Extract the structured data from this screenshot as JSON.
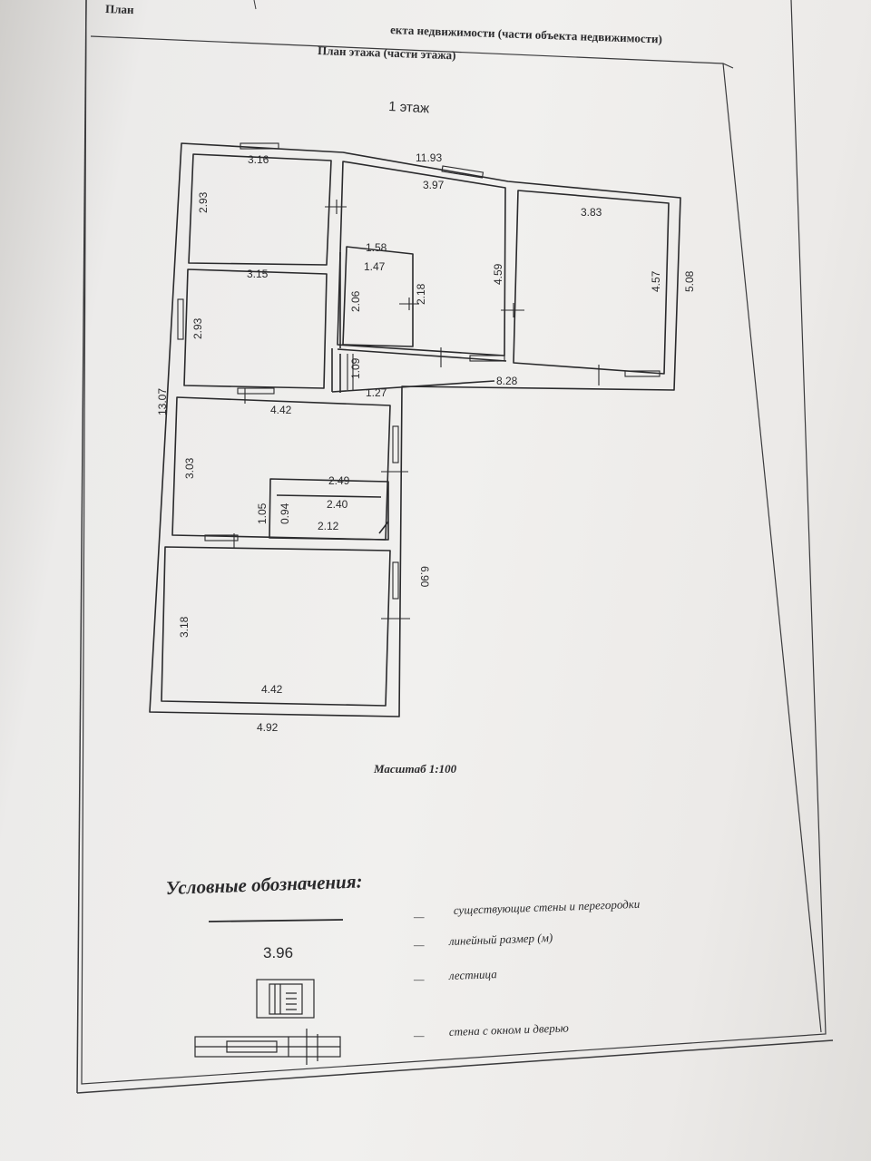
{
  "header": {
    "corner_text": "План",
    "line1": "екта недвижимости (части объекта недвижимости)",
    "line2": "План этажа (части этажа)"
  },
  "floor_title": "1 этаж",
  "dimensions": {
    "d_1193": "11.93",
    "d_316": "3.16",
    "d_397": "3.97",
    "d_383": "3.83",
    "d_293a": "2.93",
    "d_158": "1.58",
    "d_147": "1.47",
    "d_206": "2.06",
    "d_218": "2.18",
    "d_459": "4.59",
    "d_457": "4.57",
    "d_508": "5.08",
    "d_315": "3.15",
    "d_293b": "2.93",
    "d_109": "1.09",
    "d_127": "1.27",
    "d_828": "8.28",
    "d_1307": "13.07",
    "d_442a": "4.42",
    "d_303": "3.03",
    "d_249": "2.49",
    "d_240": "2.40",
    "d_105": "1.05",
    "d_094": "0.94",
    "d_212": "2.12",
    "d_690": "6.90",
    "d_318": "3.18",
    "d_442b": "4.42",
    "d_492": "4.92"
  },
  "scale_label": "Масштаб 1:100",
  "legend": {
    "title": "Условные обозначения:",
    "sample_dimension": "3.96",
    "items": [
      {
        "dash": "—",
        "label": "существующие стены и перегородки"
      },
      {
        "dash": "—",
        "label": "линейный размер (м)"
      },
      {
        "dash": "—",
        "label": "лестница"
      },
      {
        "dash": "—",
        "label": "стена с окном и дверью"
      }
    ]
  },
  "colors": {
    "ink": "#2a2a2c",
    "paper": "#efeeec",
    "frame": "#3a3a3c"
  }
}
